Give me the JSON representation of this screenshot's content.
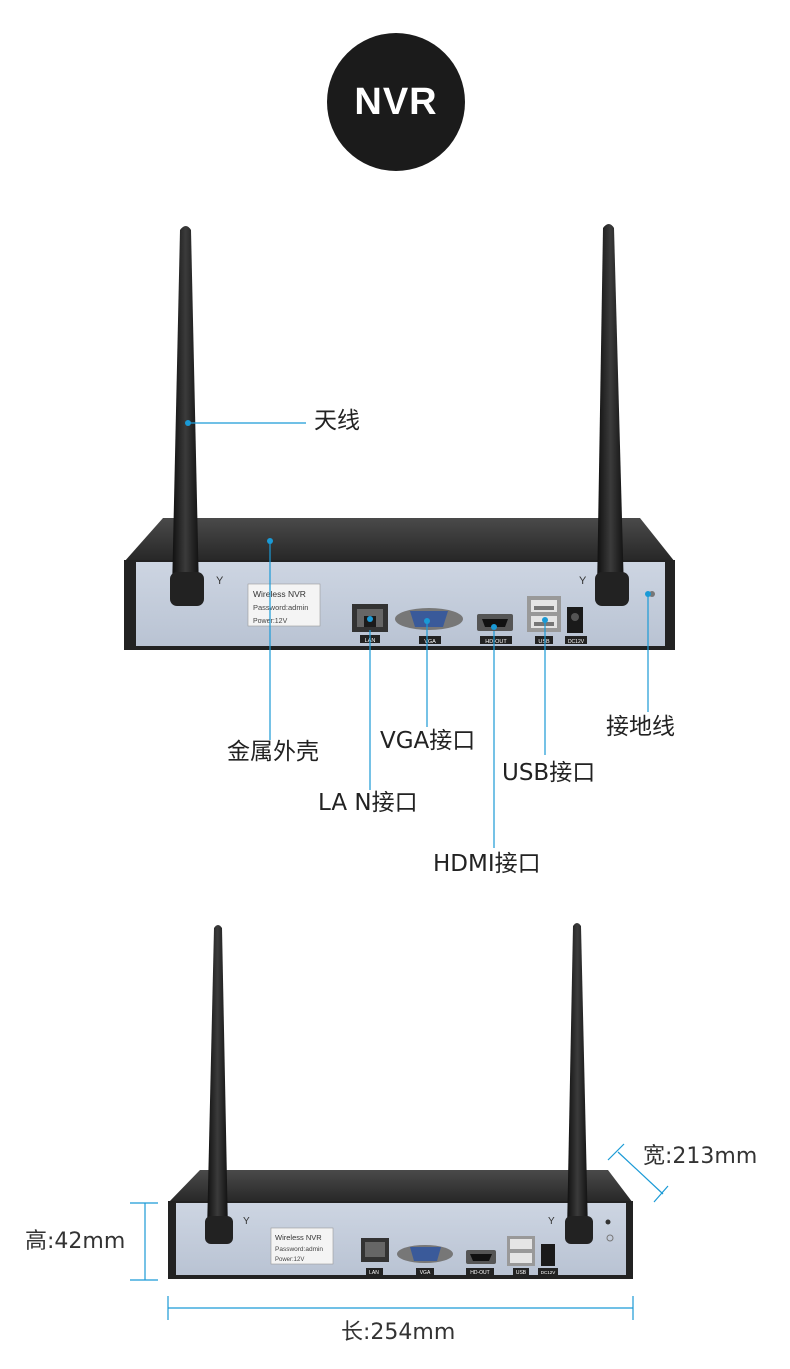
{
  "header": {
    "badge_text": "NVR"
  },
  "device_labels": {
    "sticker_line1": "Wireless NVR",
    "sticker_line2": "Password:admin",
    "sticker_line3": "Power:12V",
    "port_lan": "LAN",
    "port_vga": "VGA",
    "port_hdmi": "HD-OUT",
    "port_usb": "USB",
    "port_dc": "DC12V"
  },
  "callouts": {
    "antenna": "天线",
    "metal_case": "金属外壳",
    "vga_port": "VGA接口",
    "lan_port": "LA N接口",
    "hdmi_port": "HDMI接口",
    "usb_port": "USB接口",
    "ground_wire": "接地线"
  },
  "dimensions": {
    "height": "高:42mm",
    "width": "宽:213mm",
    "length": "长:254mm"
  },
  "colors": {
    "callout_line": "#1a9ad6",
    "badge_bg": "#1b1b1b",
    "panel": "#c2ccdb",
    "case": "#2a2a2a"
  }
}
